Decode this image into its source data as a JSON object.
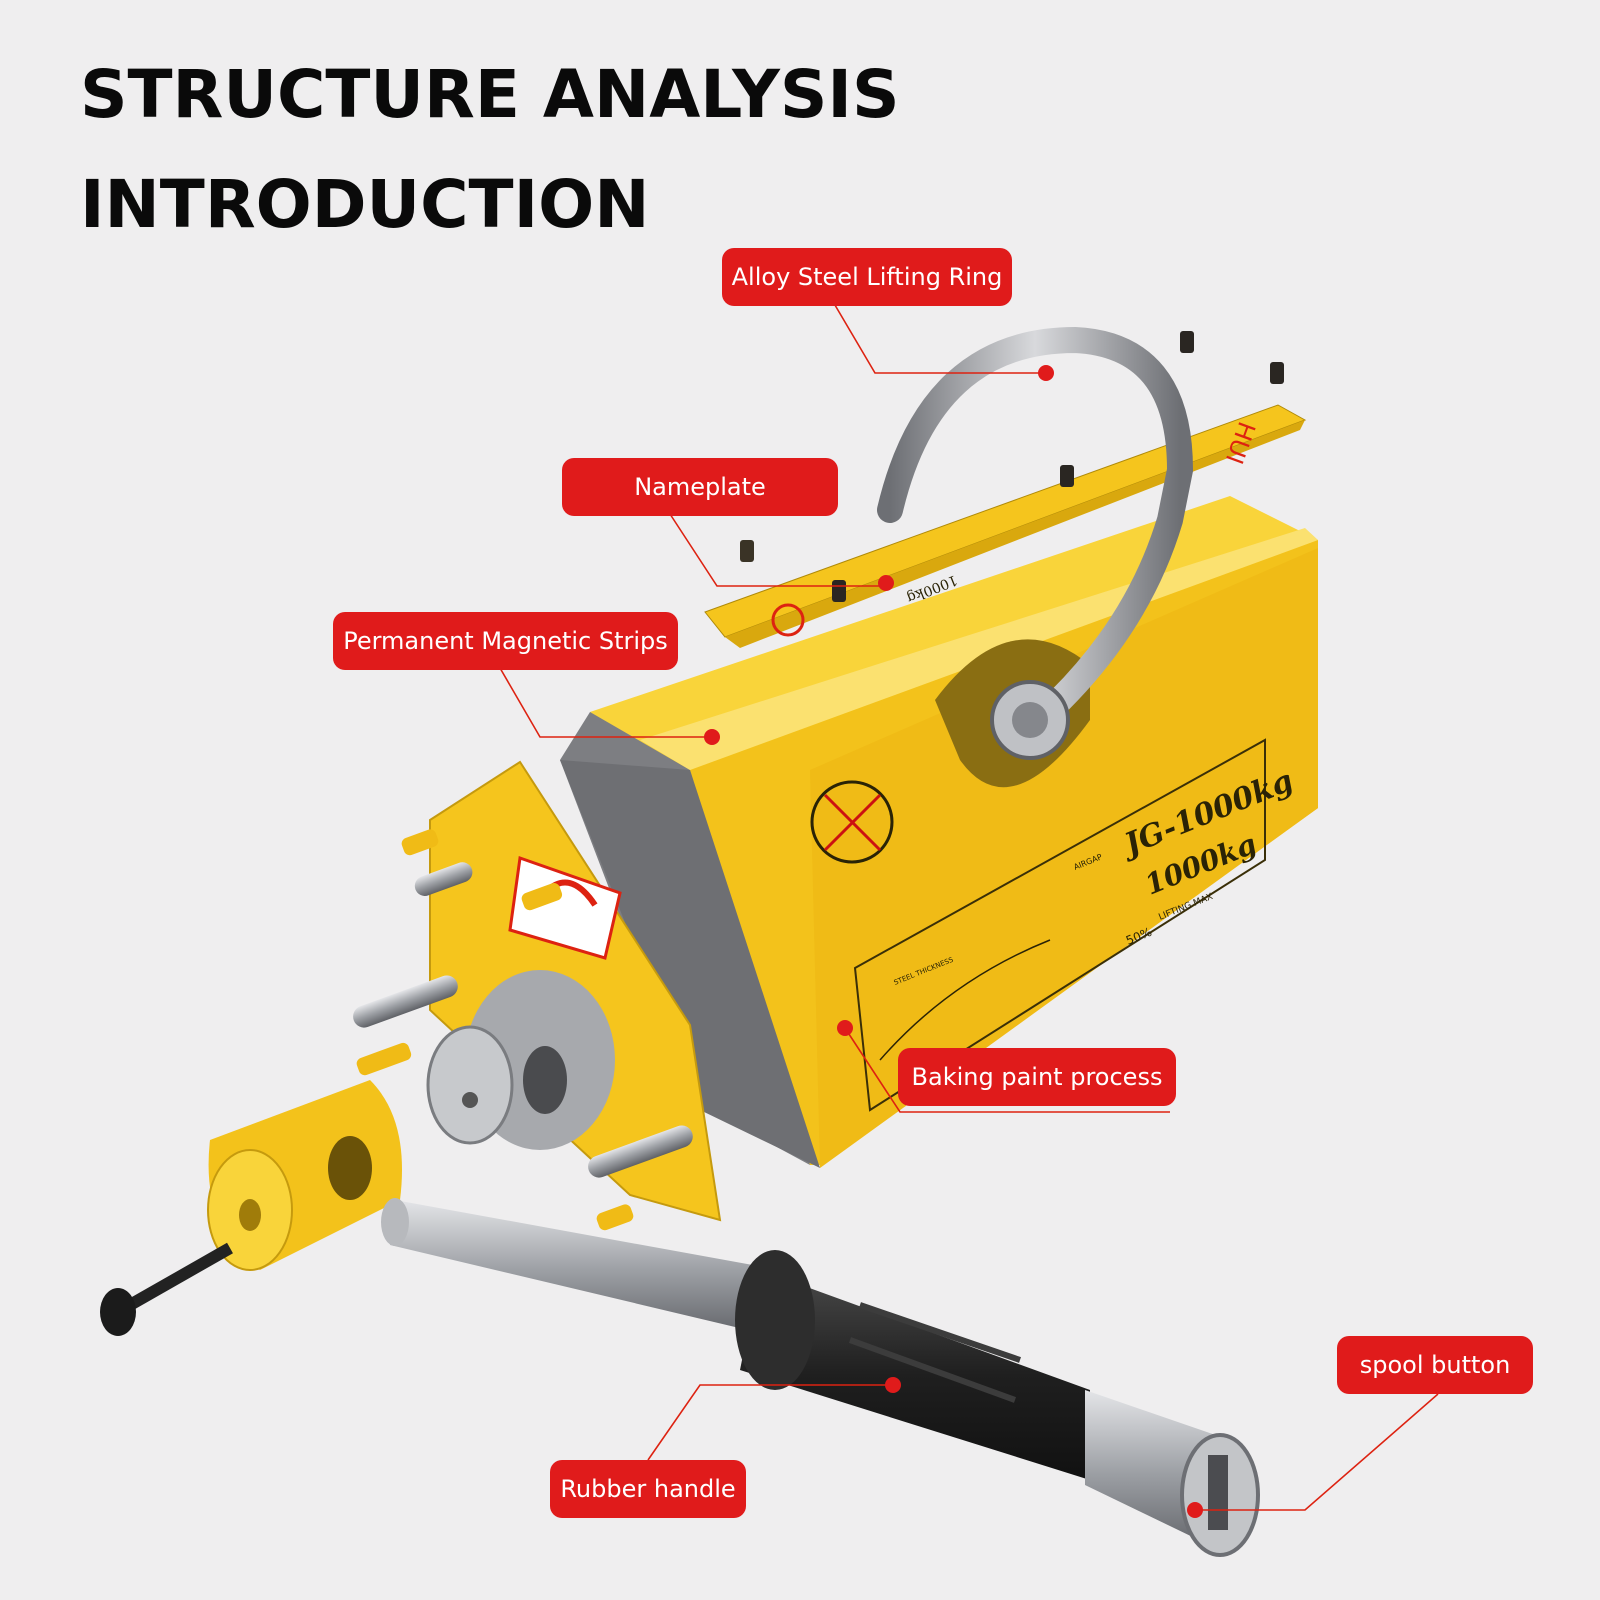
{
  "title": {
    "line1": "STRUCTURE ANALYSIS",
    "line2": "INTRODUCTION"
  },
  "callouts": {
    "lifting_ring": "Alloy Steel Lifting Ring",
    "nameplate": "Nameplate",
    "magnetic_strips": "Permanent Magnetic Strips",
    "baking_paint": "Baking paint process",
    "spool_button": "spool button",
    "rubber_handle": "Rubber handle"
  },
  "product": {
    "model": "JG-1000kg",
    "capacity": "1000kg",
    "nameplate_capacity": "1000kg",
    "brand_fragment": "HUI",
    "percent": "50%",
    "airgap_label": "AIRGAP",
    "lifting_max_label": "LIFTING MAX",
    "steel_thickness_label": "STEEL THICKNESS"
  },
  "colors": {
    "background": "#efeeef",
    "callout": "#e01b1b",
    "body_yellow": "#f3c21b",
    "body_yellow_light": "#f9d43a",
    "steel": "#9a9ca0",
    "rubber": "#2a2a2a"
  }
}
